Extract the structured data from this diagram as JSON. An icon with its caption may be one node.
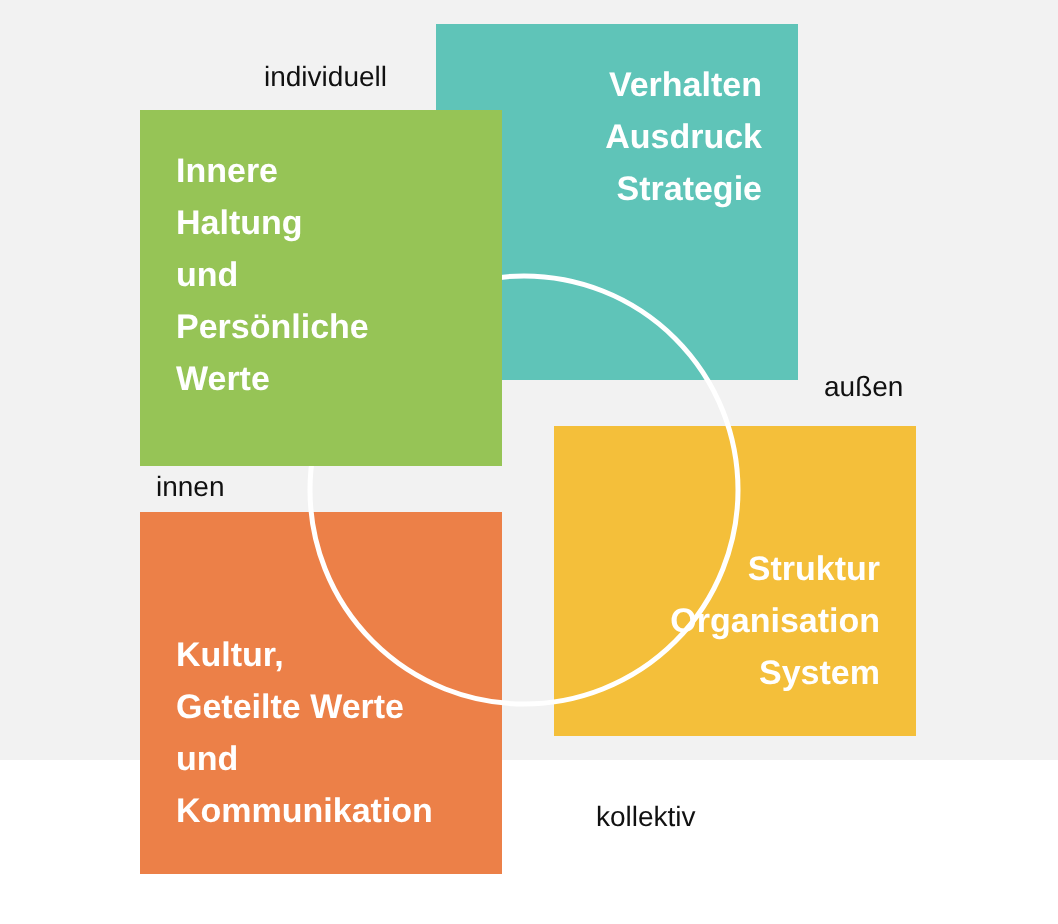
{
  "diagram": {
    "nodes": [
      {
        "text": [
          "Innere Haltung und Persönliche Werte"
        ]
      },
      {
        "text": [
          "Verhalten Ausdruck Strategie"
        ]
      },
      {
        "text": [
          "Struktur Organisation System"
        ]
      },
      {
        "text": [
          "Kultur, Geteilte Werte und Kommunikation"
        ]
      },
      {
        "text": [],
        "shape": "circle"
      }
    ],
    "labels": [
      "individuell",
      "außen",
      "innen",
      "kollektiv"
    ]
  }
}
